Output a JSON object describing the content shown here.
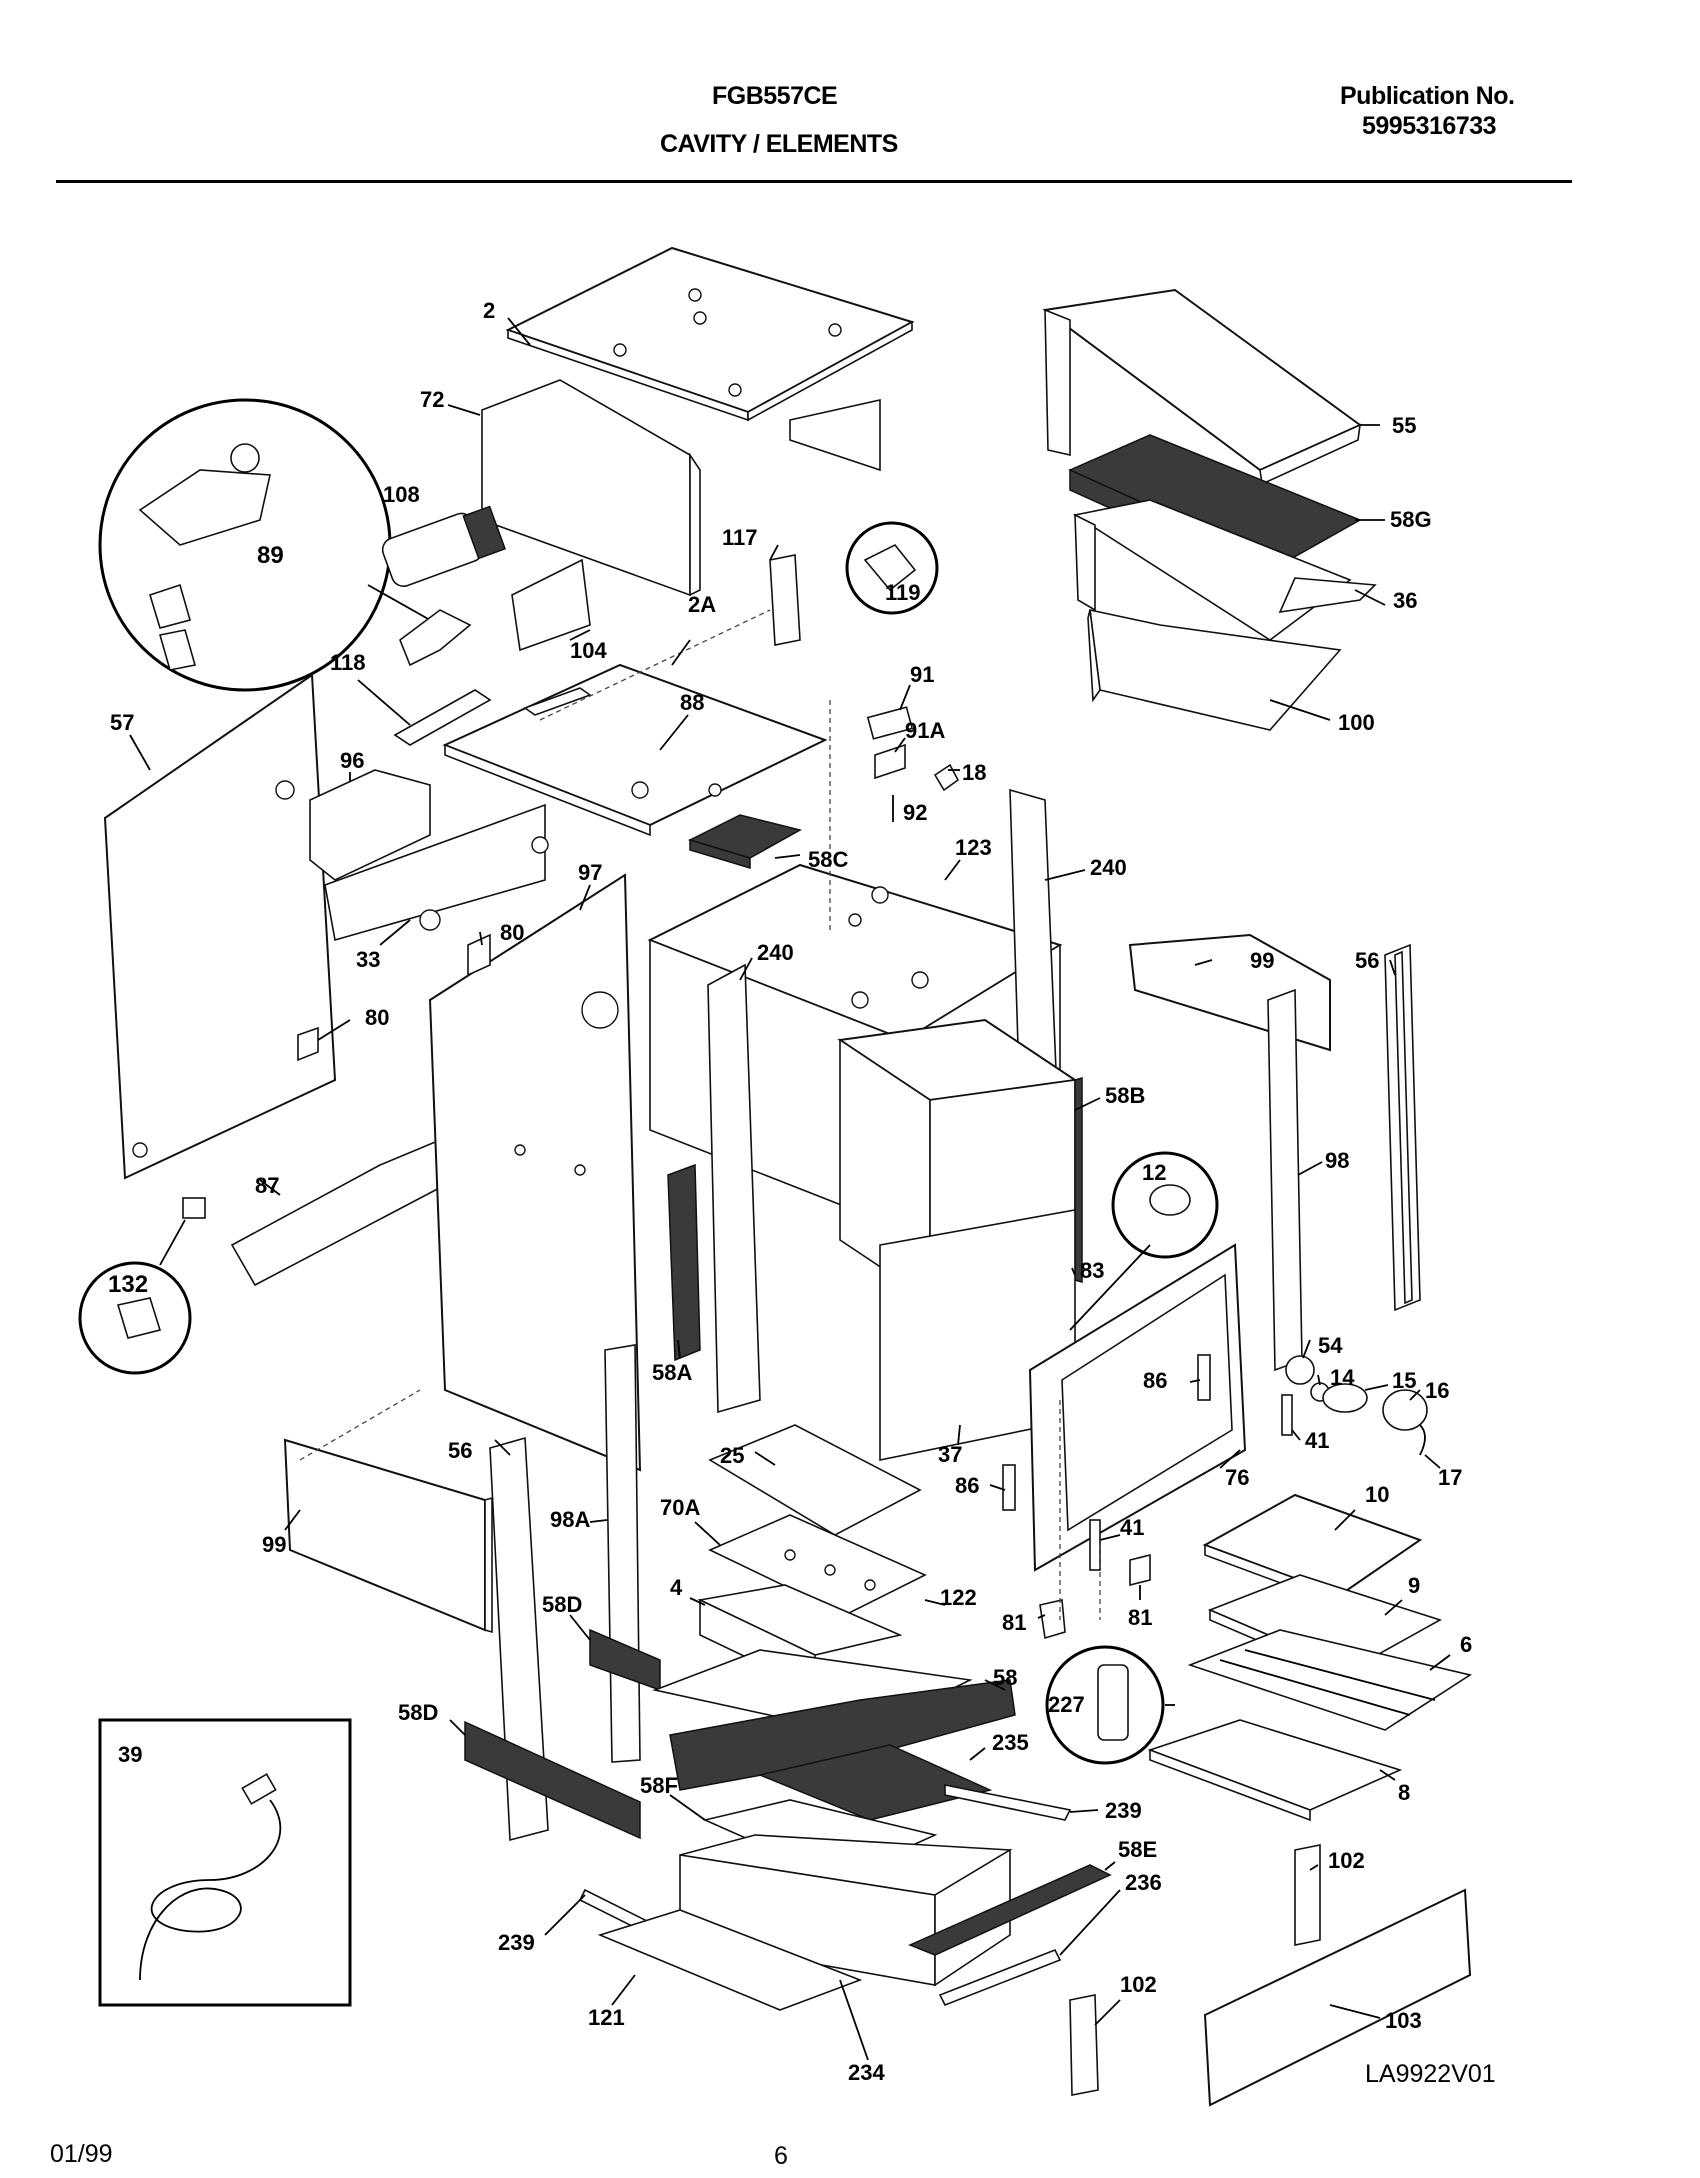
{
  "header": {
    "model": "FGB557CE",
    "section": "CAVITY / ELEMENTS",
    "publication_label": "Publication No.",
    "publication_number": "5995316733"
  },
  "footer": {
    "date": "01/99",
    "page_number": "6",
    "diagram_id": "LA9922V01"
  },
  "callouts": {
    "c2": "2",
    "c72": "72",
    "c108": "108",
    "c89": "89",
    "c117": "117",
    "c119": "119",
    "c55": "55",
    "c58G": "58G",
    "c36": "36",
    "c100": "100",
    "c2A": "2A",
    "c104": "104",
    "c118": "118",
    "c88": "88",
    "c91": "91",
    "c91A": "91A",
    "c18": "18",
    "c92": "92",
    "c57": "57",
    "c96": "96",
    "c58C": "58C",
    "c123": "123",
    "c240a": "240",
    "c97": "97",
    "c80a": "80",
    "c33": "33",
    "c240b": "240",
    "c99a": "99",
    "c56a": "56",
    "c80b": "80",
    "c58B": "58B",
    "c98": "98",
    "c12": "12",
    "c87": "87",
    "c132": "132",
    "c83": "83",
    "c54": "54",
    "c14": "14",
    "c15": "15",
    "c16": "16",
    "c58A": "58A",
    "c86a": "86",
    "c41a": "41",
    "c17": "17",
    "c37": "37",
    "c25": "25",
    "c56b": "56",
    "c76": "76",
    "c86b": "86",
    "c98A": "98A",
    "c70A": "70A",
    "c10": "10",
    "c41b": "41",
    "c99b": "99",
    "c9": "9",
    "c4": "4",
    "c122": "122",
    "c81a": "81",
    "c81b": "81",
    "c58Da": "58D",
    "c6": "6",
    "c58": "58",
    "c227": "227",
    "c58Db": "58D",
    "c39": "39",
    "c235": "235",
    "c58F": "58F",
    "c239a": "239",
    "c8": "8",
    "c58E": "58E",
    "c102a": "102",
    "c236": "236",
    "c239b": "239",
    "c102b": "102",
    "c121": "121",
    "c103": "103",
    "c234": "234"
  }
}
